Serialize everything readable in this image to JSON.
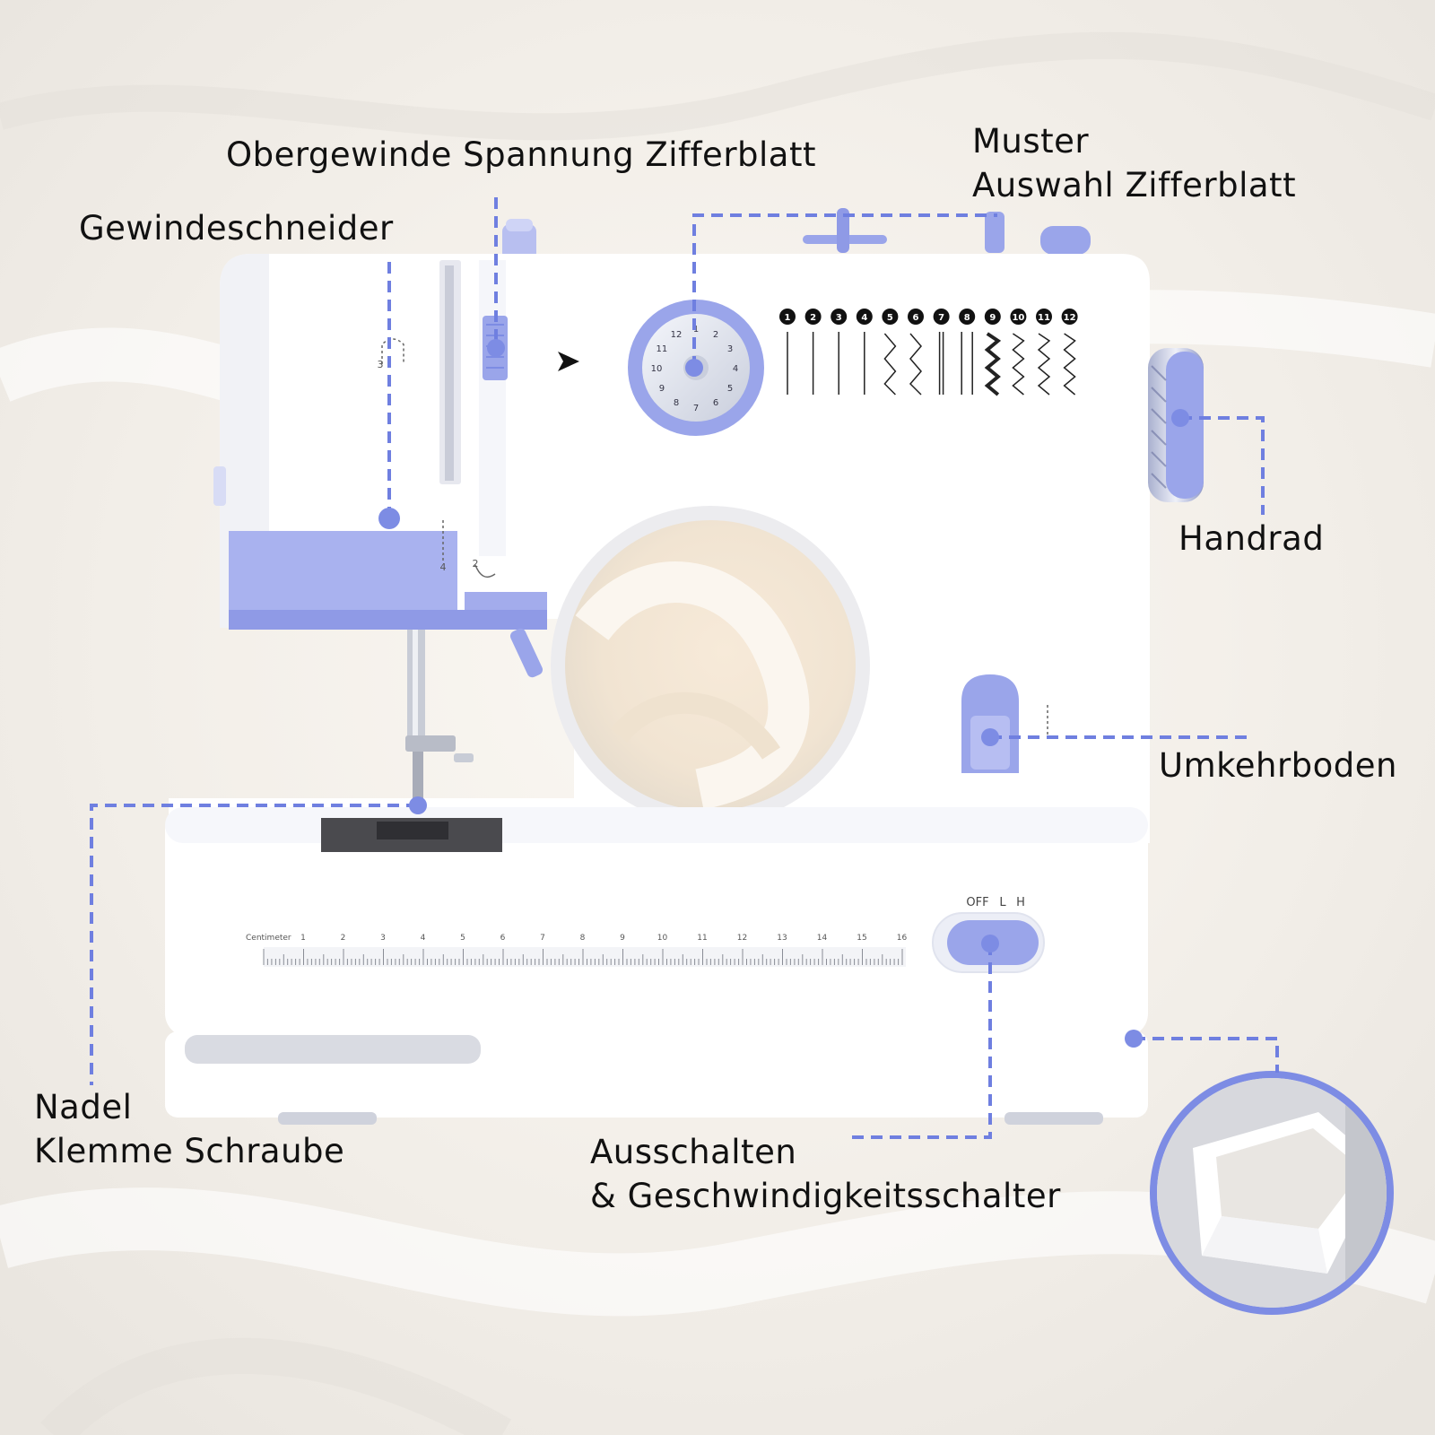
{
  "labels": {
    "upper_thread_tension": "Obergewinde Spannung Zifferblatt",
    "pattern_selection": [
      "Muster",
      "Auswahl Zifferblatt"
    ],
    "thread_cutter": "Gewindeschneider",
    "handwheel": "Handrad",
    "reverse_lever": "Umkehrboden",
    "needle_clamp_screw": [
      "Nadel",
      "Klemme Schraube"
    ],
    "power_speed_switch": [
      "Ausschalten",
      "& Geschwindigkeitsschalter"
    ]
  },
  "machine_markings": {
    "pattern_numbers": [
      "1",
      "2",
      "3",
      "4",
      "5",
      "6",
      "7",
      "8",
      "9",
      "10",
      "11",
      "12"
    ],
    "dial_numbers": [
      "1",
      "2",
      "3",
      "4",
      "5",
      "6",
      "7",
      "8",
      "9",
      "10",
      "11",
      "12"
    ],
    "ruler_caption": "Centimeter",
    "ruler_numbers": [
      "1",
      "2",
      "3",
      "4",
      "5",
      "6",
      "7",
      "8",
      "9",
      "10",
      "11",
      "12",
      "13",
      "14",
      "15",
      "16"
    ],
    "switch_positions": [
      "OFF",
      "L",
      "H"
    ],
    "thread_guide_marks": [
      "3",
      "4",
      "2"
    ]
  },
  "colors": {
    "accent": "#7d8ce4",
    "leader_line": "#6f7fe0",
    "machine_body": "#ffffff",
    "background": "#f4f1ec",
    "label_text": "#111111"
  }
}
